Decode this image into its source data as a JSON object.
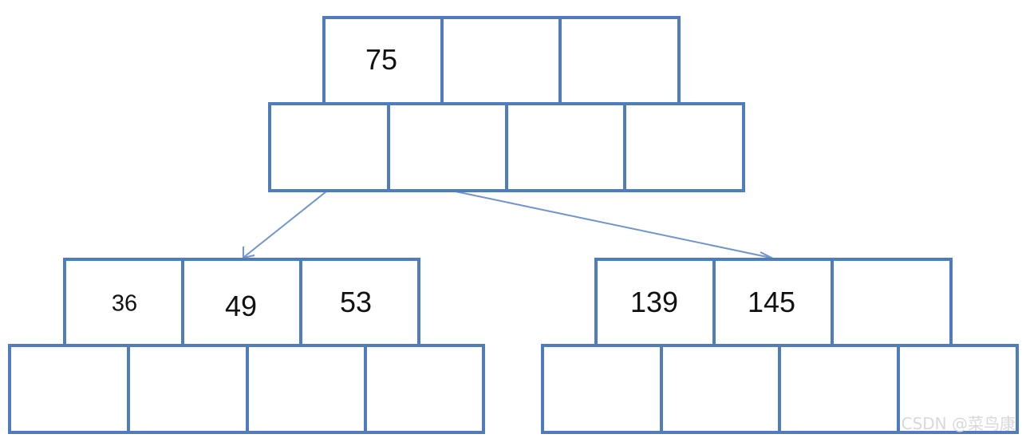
{
  "tree": {
    "root": {
      "keys": [
        "75",
        "",
        ""
      ],
      "pointer_count": 4
    },
    "left_child": {
      "keys": [
        "36",
        "49",
        "53"
      ],
      "pointer_count": 4
    },
    "right_child": {
      "keys": [
        "139",
        "145",
        ""
      ],
      "pointer_count": 4
    }
  },
  "colors": {
    "box_border": "#4f7dbb",
    "edge": "#6f95cc"
  },
  "watermark": "CSDN @菜鸟康"
}
